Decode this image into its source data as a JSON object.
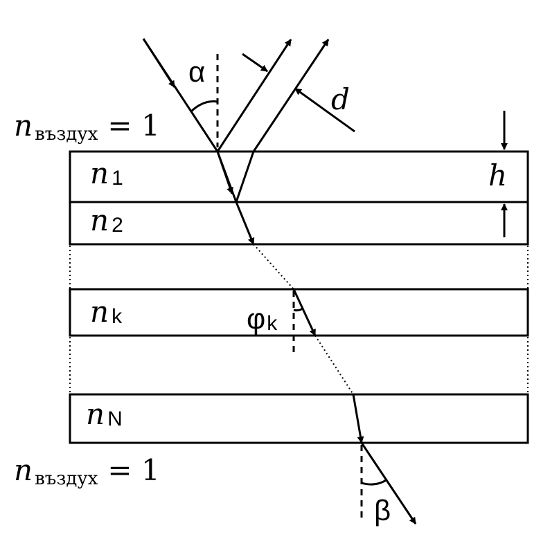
{
  "diagram": {
    "labels": {
      "air_n": "n",
      "air_sub": "въздух",
      "air_eq": "= 1",
      "n1": "n",
      "n1_sub": "1",
      "n2": "n",
      "n2_sub": "2",
      "nk": "n",
      "nk_sub": "k",
      "nN": "n",
      "nN_sub": "N",
      "h": "h",
      "d": "d",
      "alpha": "α",
      "phi": "φ",
      "phi_sub": "k",
      "beta": "β"
    },
    "colors": {
      "stroke": "#000000",
      "background": "#ffffff"
    }
  }
}
